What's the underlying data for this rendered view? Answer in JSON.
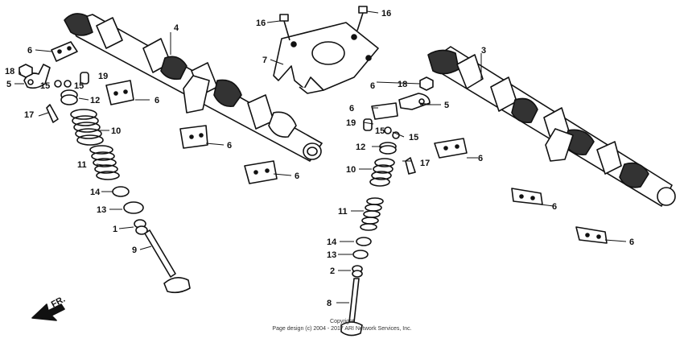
{
  "diagram": {
    "callouts": {
      "c1": "1",
      "c2": "2",
      "c3": "3",
      "c4": "4",
      "c5a": "5",
      "c5b": "5",
      "c6a": "6",
      "c6b": "6",
      "c6c": "6",
      "c6d": "6",
      "c6e": "6",
      "c6f": "6",
      "c6g": "6",
      "c6h": "6",
      "c6i": "6",
      "c7": "7",
      "c8": "8",
      "c9": "9",
      "c10a": "10",
      "c10b": "10",
      "c11a": "11",
      "c11b": "11",
      "c12a": "12",
      "c12b": "12",
      "c13a": "13",
      "c13b": "13",
      "c14a": "14",
      "c14b": "14",
      "c15a": "15",
      "c15b": "15",
      "c15c": "15",
      "c15d": "15",
      "c16a": "16",
      "c16b": "16",
      "c17a": "17",
      "c17b": "17",
      "c18a": "18",
      "c18b": "18",
      "c19a": "19",
      "c19b": "19"
    },
    "direction_label": "FR.",
    "copyright_line1": "Copyright",
    "copyright_line2": "Page design (c) 2004 - 2017 ARI Network Services, Inc."
  }
}
